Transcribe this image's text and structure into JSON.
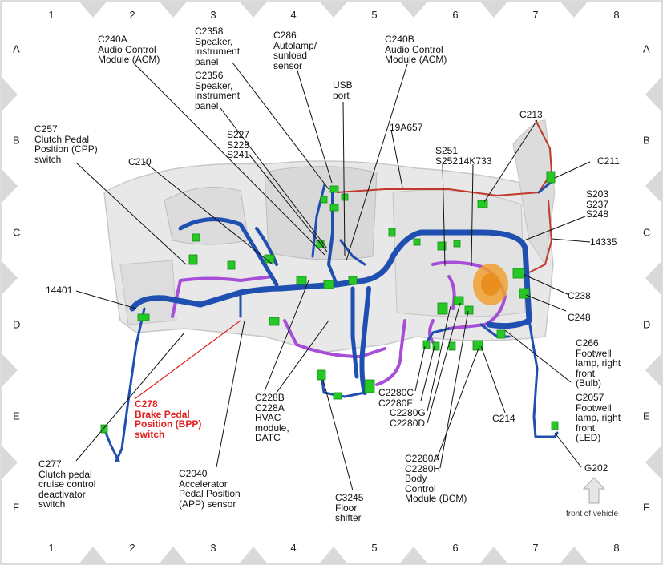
{
  "grid": {
    "columns": [
      "1",
      "2",
      "3",
      "4",
      "5",
      "6",
      "7",
      "8"
    ],
    "rows": [
      "A",
      "B",
      "C",
      "D",
      "E",
      "F"
    ]
  },
  "labels": {
    "c240a": "C240A\nAudio Control\nModule (ACM)",
    "c2358": "C2358\nSpeaker,\ninstrument\npanel",
    "c2356": "C2356\nSpeaker,\ninstrument\npanel",
    "c286": "C286\nAutolamp/\nsunload\nsensor",
    "usb": "USB\nport",
    "c240b": "C240B\nAudio Control\nModule (ACM)",
    "w19a657": "19A657",
    "c213": "C213",
    "c257": "C257\nClutch Pedal\nPosition (CPP)\nswitch",
    "s227": "S227\nS228\nS241",
    "c210": "C210",
    "s251": "S251\nS252",
    "w14k733": "14K733",
    "c211": "C211",
    "s203": "S203\nS237\nS248",
    "w14335": "14335",
    "w14401": "14401",
    "c238": "C238",
    "c248": "C248",
    "c266": "C266\nFootwell\nlamp, right\nfront\n(Bulb)",
    "c2057": "C2057\nFootwell\nlamp, right\nfront\n(LED)",
    "c278": "C278\nBrake Pedal\nPosition (BPP)\nswitch",
    "c228b": "C228B\nC228A\nHVAC\nmodule,\nDATC",
    "c2280c": "C2280C\nC2280F",
    "c2280g": "C2280G\nC2280D",
    "c2280a": "C2280A\nC2280H\nBody\nControl\nModule (BCM)",
    "c214": "C214",
    "g202": "G202",
    "c277": "C277\nClutch pedal\ncruise control\ndeactivator\nswitch",
    "c2040": "C2040\nAccelerator\nPedal Position\n(APP) sensor",
    "c3245": "C3245\nFloor\nshifter",
    "front": "front of vehicle"
  },
  "colors": {
    "harness_blue": "#1f4fb0",
    "harness_purple": "#a64ed8",
    "harness_red": "#c0392b",
    "connector_green": "#26c826",
    "callout_red": "#e02020",
    "frame_triangle": "#d9d9d9",
    "dash_gray": "#e8e8e8"
  }
}
